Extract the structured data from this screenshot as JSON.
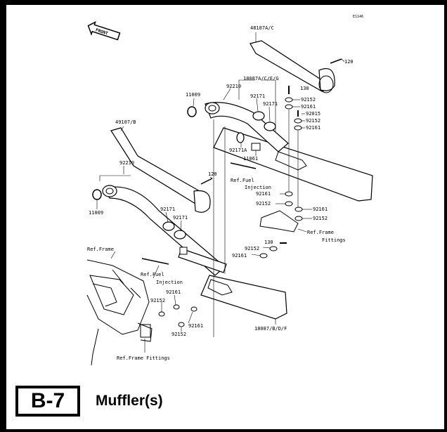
{
  "figure_id": "E1146",
  "front_label": "FRONT",
  "section": {
    "code": "B-7",
    "title": "Muffler(s)"
  },
  "labels": {
    "p48107": "48107A/C",
    "p120a": "120",
    "p18087a": "18087A/C/E/G",
    "p130a": "130",
    "p11009a": "11009",
    "p92210a": "92210",
    "p92171a": "92171",
    "p92171b": "92171",
    "p92152a": "92152",
    "p92161a": "92161",
    "p92015": "92015",
    "p92152b": "92152",
    "p92161b": "92161",
    "p49107": "49107/B",
    "p92171A": "92171A",
    "p11061": "11061",
    "p92210b": "92210",
    "p120b": "120",
    "refFuel1a": "Ref.Fuel",
    "refFuel1b": "Injection",
    "p92161c": "92161",
    "p92152c": "92152",
    "p92161d": "92161",
    "p92152d": "92152",
    "refFrame1a": "Ref.Frame",
    "refFrame1b": "Fittings",
    "p11009b": "11009",
    "p92171c": "92171",
    "p92171d": "92171",
    "refFrame2": "Ref.Frame",
    "p130b": "130",
    "p92152e": "92152",
    "p92161e": "92161",
    "refFuel2a": "Ref.Fuel",
    "refFuel2b": "Injection",
    "p92161f": "92161",
    "p92152f": "92152",
    "p92161g": "92161",
    "p92152g": "92152",
    "p18087b": "18087/B/D/F",
    "refFrame3": "Ref.Frame Fittings"
  }
}
